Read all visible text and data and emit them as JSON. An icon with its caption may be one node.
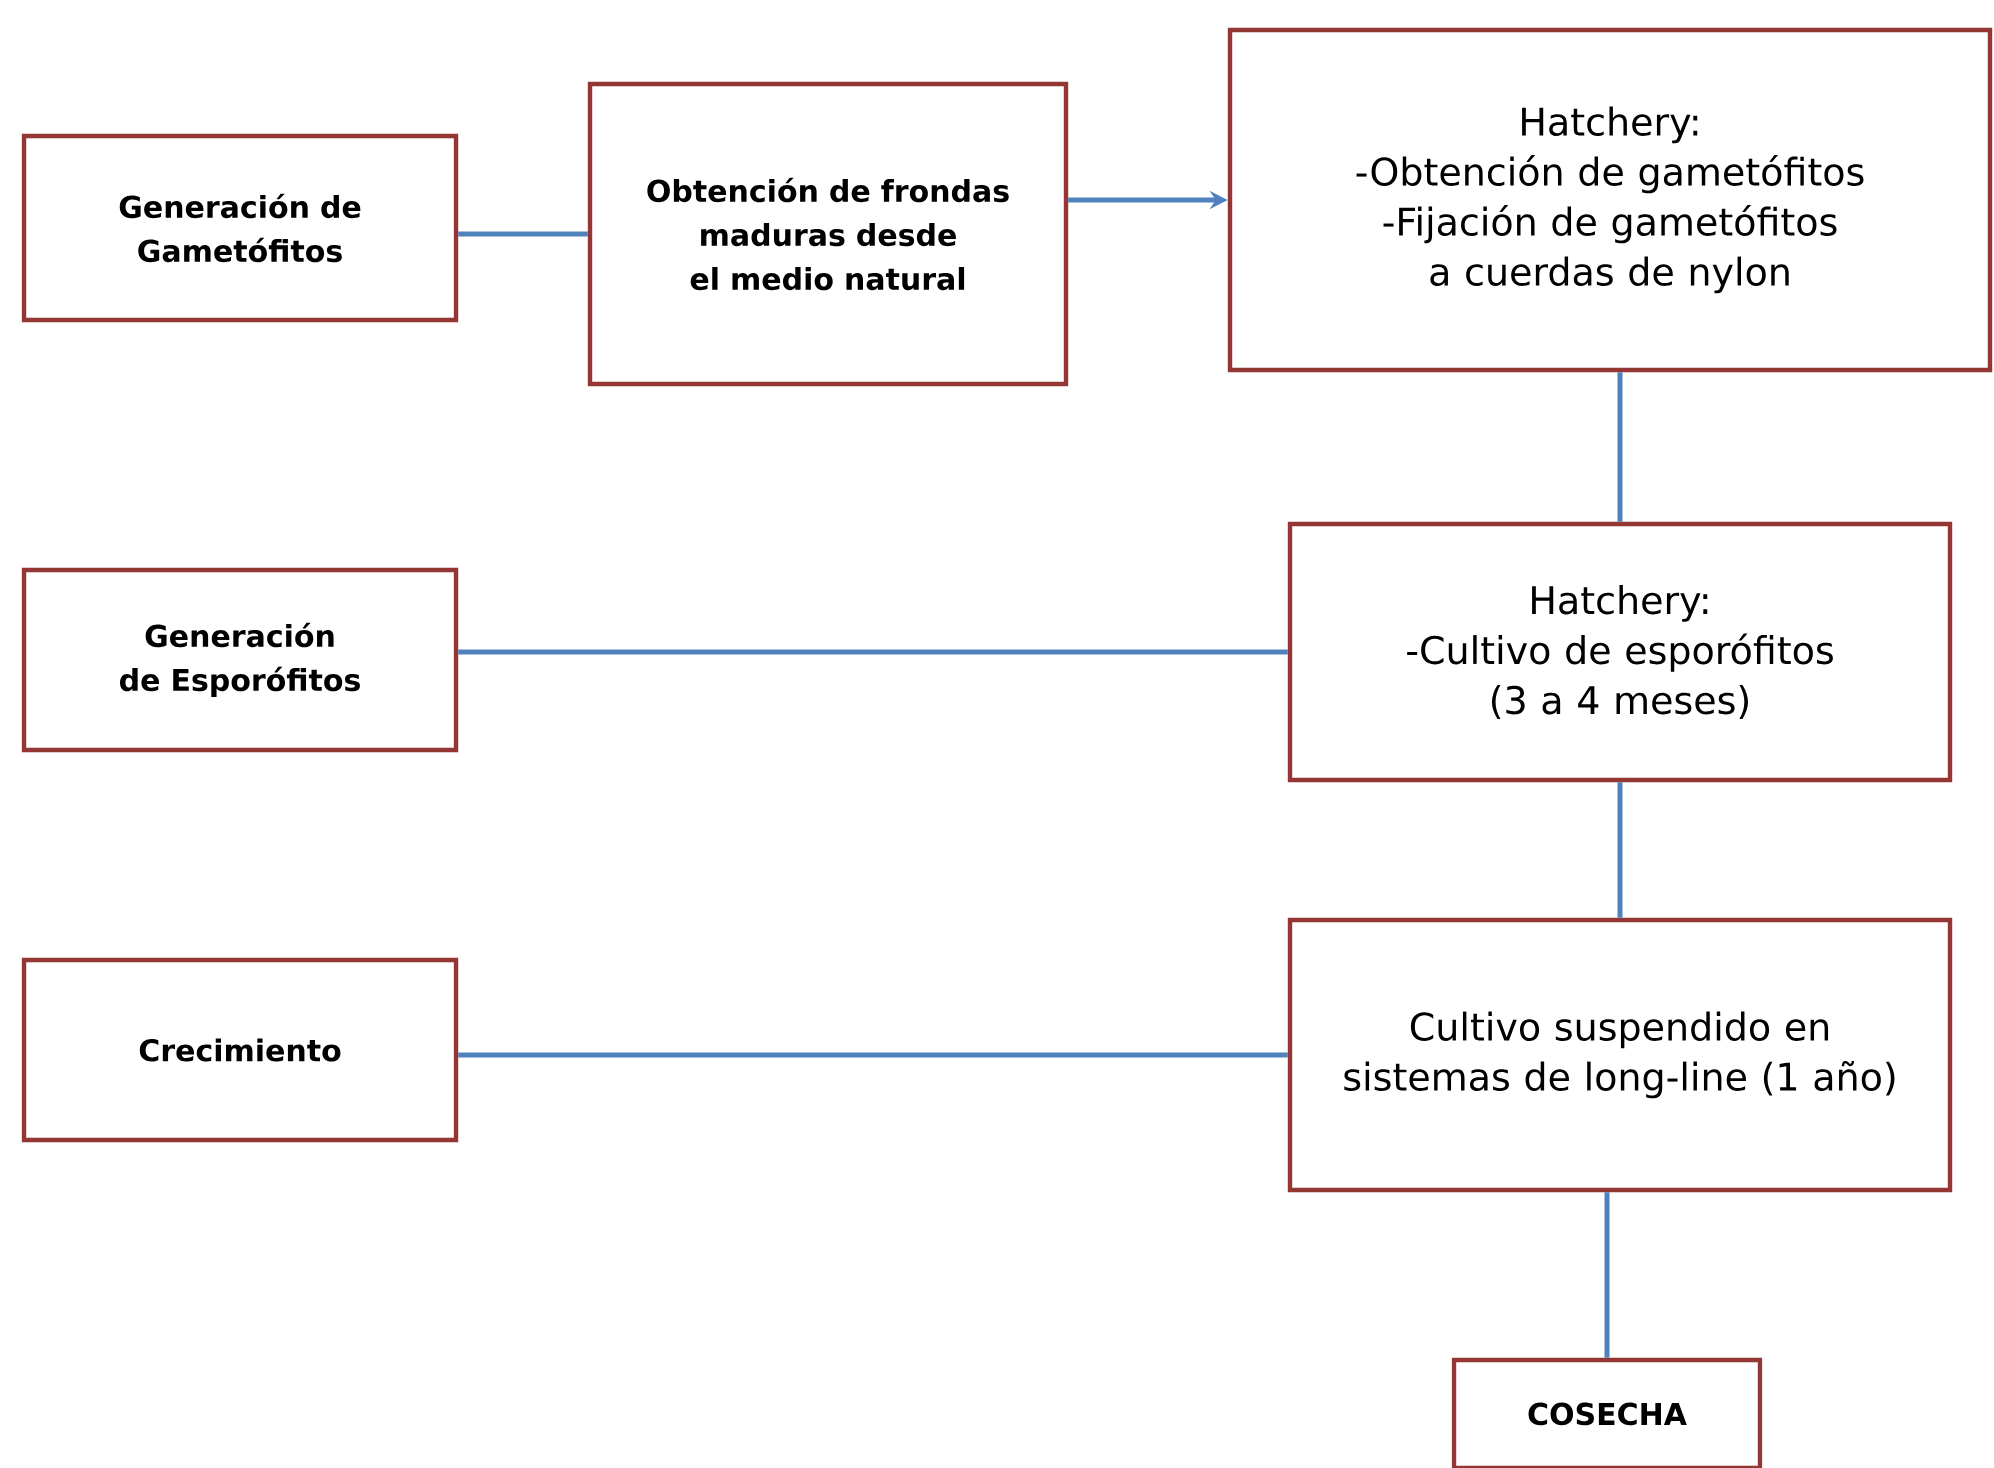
{
  "diagram": {
    "nodes": [
      {
        "text": [
          "Generación de Gametófitos"
        ]
      },
      {
        "text": [
          "Obtención de frondas maduras desde el medio natural"
        ]
      },
      {
        "text": [
          "Hatchery:",
          "-Obtención de gametófitos",
          "-Fijación de gametófitos a cuerdas de nylon"
        ]
      },
      {
        "text": [
          "Generación de Esporófitos"
        ]
      },
      {
        "text": [
          "Hatchery:",
          "-Cultivo de esporófitos",
          "(3 a 4 meses)"
        ]
      },
      {
        "text": [
          "Crecimiento"
        ]
      },
      {
        "text": [
          "Cultivo suspendido en sistemas de long-line (1 año)"
        ]
      },
      {
        "text": [
          "COSECHA"
        ]
      }
    ],
    "edges": [
      {
        "from": 0,
        "to": 1,
        "arrow": "none"
      },
      {
        "from": 1,
        "to": 2,
        "arrow": "to"
      },
      {
        "from": 2,
        "to": 4,
        "arrow": "none"
      },
      {
        "from": 3,
        "to": 4,
        "arrow": "none"
      },
      {
        "from": 4,
        "to": 6,
        "arrow": "none"
      },
      {
        "from": 5,
        "to": 6,
        "arrow": "none"
      },
      {
        "from": 6,
        "to": 7,
        "arrow": "none"
      }
    ]
  }
}
